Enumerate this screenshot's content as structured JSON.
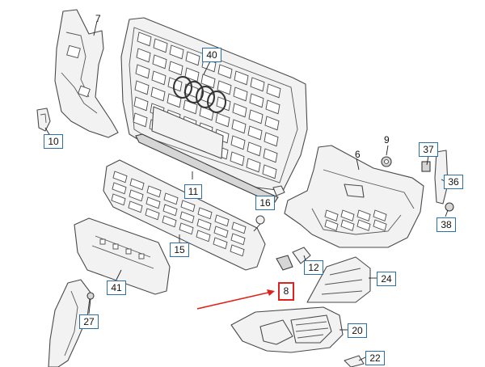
{
  "diagram": {
    "callouts": [
      {
        "id": "7",
        "text": "7",
        "boxed": false
      },
      {
        "id": "40",
        "text": "40",
        "boxed": true
      },
      {
        "id": "10",
        "text": "10",
        "boxed": true
      },
      {
        "id": "9",
        "text": "9",
        "boxed": false
      },
      {
        "id": "6",
        "text": "6",
        "boxed": false
      },
      {
        "id": "37",
        "text": "37",
        "boxed": true
      },
      {
        "id": "36",
        "text": "36",
        "boxed": true
      },
      {
        "id": "11",
        "text": "11",
        "boxed": true
      },
      {
        "id": "16",
        "text": "16",
        "boxed": true
      },
      {
        "id": "38",
        "text": "38",
        "boxed": true
      },
      {
        "id": "15",
        "text": "15",
        "boxed": true
      },
      {
        "id": "12",
        "text": "12",
        "boxed": true
      },
      {
        "id": "24",
        "text": "24",
        "boxed": true
      },
      {
        "id": "41",
        "text": "41",
        "boxed": true
      },
      {
        "id": "8",
        "text": "8",
        "boxed": true,
        "highlighted": true
      },
      {
        "id": "27",
        "text": "27",
        "boxed": true
      },
      {
        "id": "20",
        "text": "20",
        "boxed": true
      },
      {
        "id": "22",
        "text": "22",
        "boxed": true
      }
    ],
    "colors": {
      "highlight": "#e0221d",
      "label_border": "#2b6fa8",
      "line_art": "#4a4a4a"
    }
  }
}
